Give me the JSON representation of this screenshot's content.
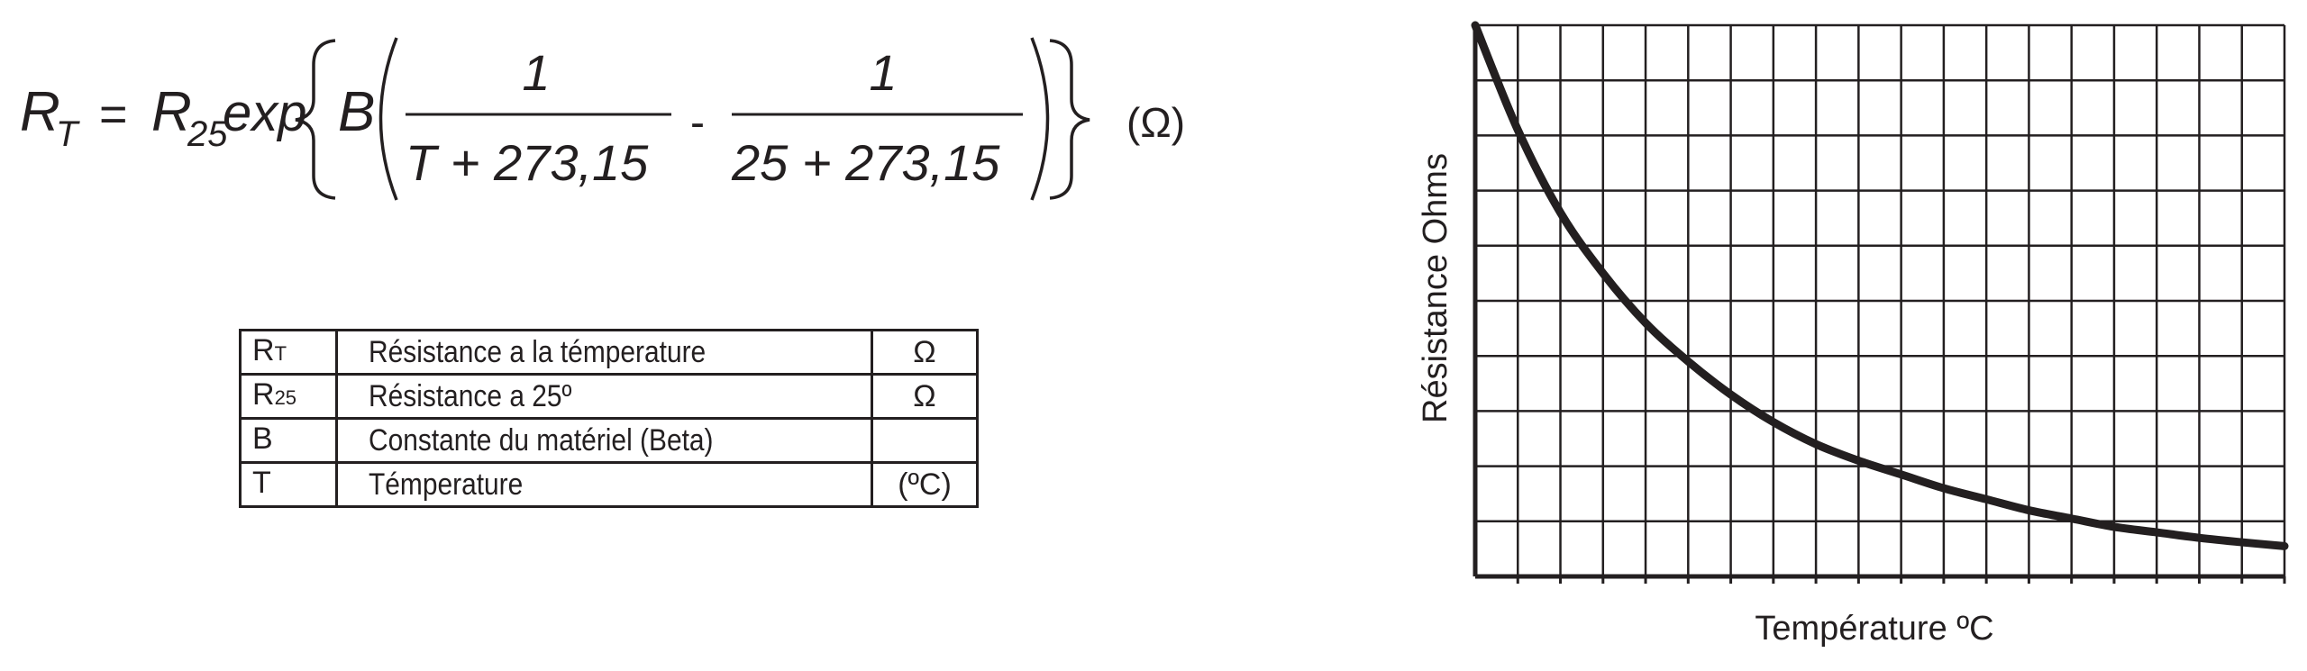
{
  "formula": {
    "lhs_symbol": "R",
    "lhs_subscript": "T",
    "equals": "=",
    "r_symbol": "R",
    "r_subscript": "25",
    "exp": "exp",
    "b": "B",
    "frac1_num": "1",
    "frac1_den": "T +  273,15",
    "minus": "-",
    "frac2_num": "1",
    "frac2_den": "25 + 273,15",
    "unit": "(Ω)"
  },
  "table": {
    "rows": [
      {
        "symbol": "R",
        "sub": "T",
        "desc": "Résistance a la témperature",
        "unit": "Ω"
      },
      {
        "symbol": "R",
        "sub": "25",
        "desc": "Résistance a 25º",
        "unit": "Ω"
      },
      {
        "symbol": "B",
        "sub": "",
        "desc": "Constante du matériel (Beta)",
        "unit": ""
      },
      {
        "symbol": "T",
        "sub": "",
        "desc": "Témperature",
        "unit": "(ºC)"
      }
    ]
  },
  "chart_data": {
    "type": "line",
    "xlabel": "Température ºC",
    "ylabel": "Résistance Ohms",
    "grid": true,
    "x_divisions": 19,
    "y_divisions": 10,
    "series": [
      {
        "values": [
          10.0,
          8.1,
          6.6,
          5.5,
          4.6,
          3.9,
          3.3,
          2.8,
          2.4,
          2.1,
          1.85,
          1.6,
          1.4,
          1.2,
          1.05,
          0.9,
          0.8,
          0.7,
          0.62,
          0.55
        ]
      }
    ],
    "ylim": [
      0,
      10
    ],
    "xlim": [
      0,
      19
    ]
  }
}
